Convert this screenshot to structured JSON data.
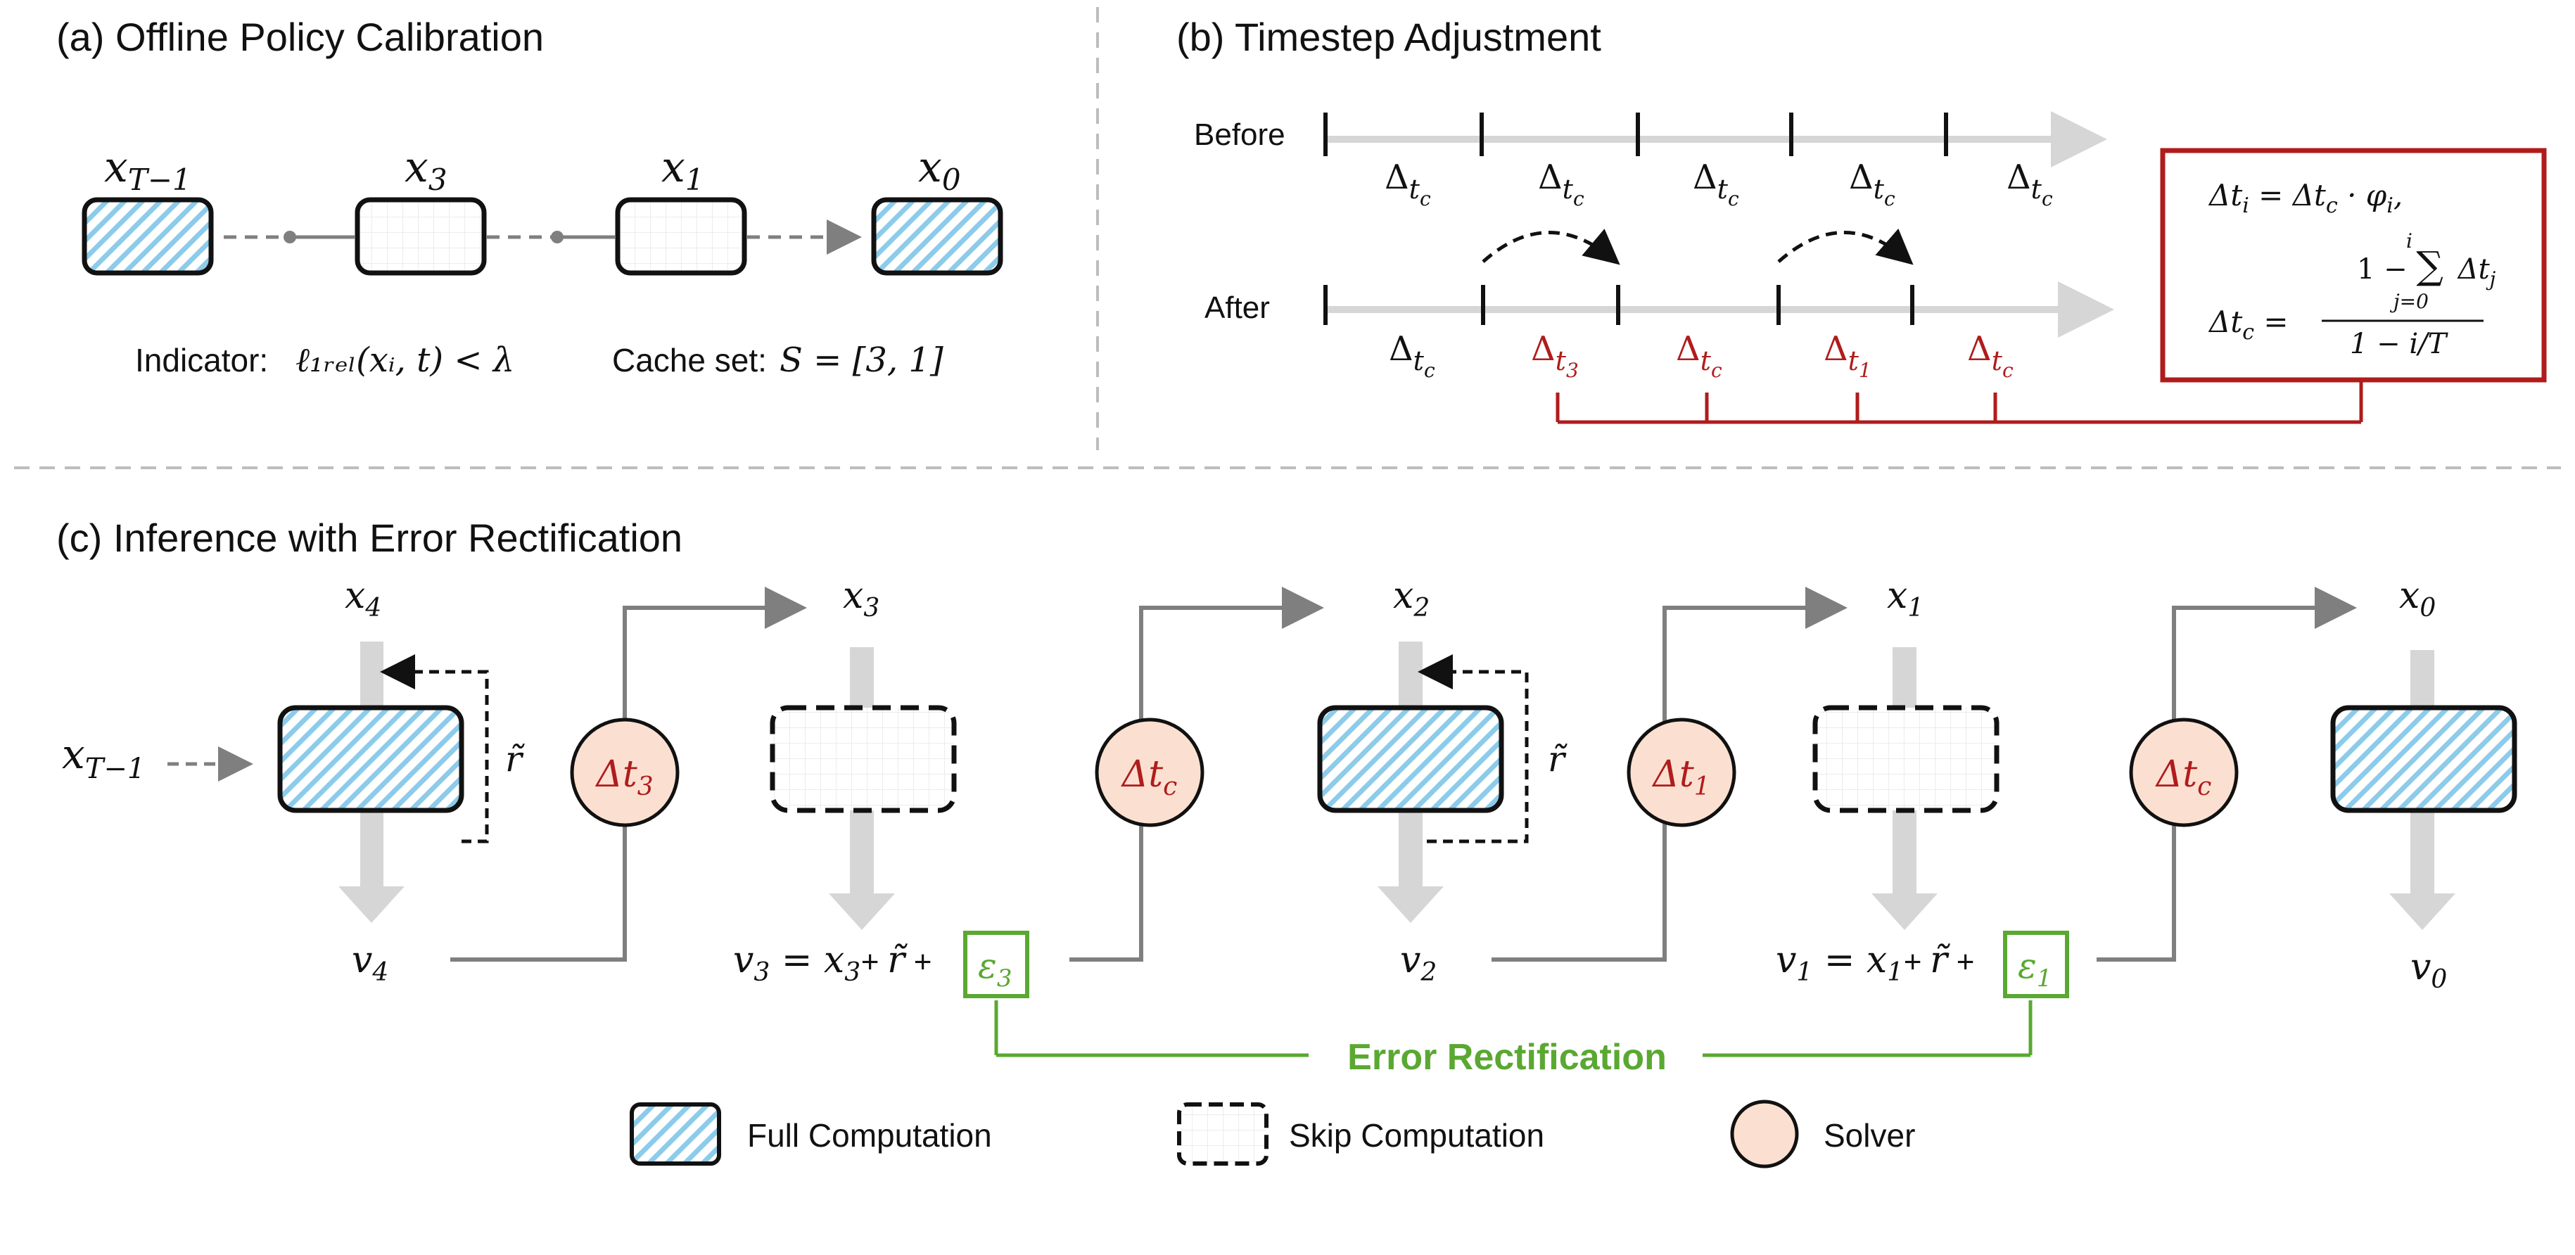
{
  "panel_a": {
    "title": "(a) Offline Policy Calibration",
    "nodes": [
      {
        "label": "x",
        "sub": "T−1",
        "type": "full"
      },
      {
        "label": "x",
        "sub": "3",
        "type": "skip"
      },
      {
        "label": "x",
        "sub": "1",
        "type": "skip"
      },
      {
        "label": "x",
        "sub": "0",
        "type": "full"
      }
    ],
    "indicator_label": "Indicator:",
    "indicator_formula": "ℓ₁ᵣₑₗ(xᵢ, t) < λ",
    "cache_label": "Cache set:",
    "cache_formula": "S = [3, 1]"
  },
  "panel_b": {
    "title": "(b) Timestep Adjustment",
    "before_label": "Before",
    "after_label": "After",
    "before_intervals": [
      "Δt_c",
      "Δt_c",
      "Δt_c",
      "Δt_c",
      "Δt_c"
    ],
    "after_intervals": [
      {
        "text": "Δt_c",
        "color": "#1a1a1a"
      },
      {
        "text": "Δt_3",
        "color": "#b01c1c"
      },
      {
        "text": "Δt_c",
        "color": "#b01c1c"
      },
      {
        "text": "Δt_1",
        "color": "#b01c1c"
      },
      {
        "text": "Δt_c",
        "color": "#b01c1c"
      }
    ],
    "formula_line1": "Δt_i = Δt_c · φ_i,",
    "formula_lhs": "Δt_c =",
    "formula_num": "1 − Σ Δt_j",
    "formula_sum_top": "i",
    "formula_sum_bottom": "j=0",
    "formula_den": "1 − i/T"
  },
  "panel_c": {
    "title": "(c) Inference with Error Rectification",
    "input_label": "x_{T−1}",
    "r_tilde": "r̃",
    "steps": [
      {
        "x": "x_4",
        "v": "v_4",
        "type": "full"
      },
      {
        "x": "x_3",
        "v": "v_3 = x_3+ r̃ + ε_3",
        "type": "skip"
      },
      {
        "x": "x_2",
        "v": "v_2",
        "type": "full"
      },
      {
        "x": "x_1",
        "v": "v_1 = x_1+ r̃ + ε_1",
        "type": "skip"
      },
      {
        "x": "x_0",
        "v": "v_0",
        "type": "full"
      }
    ],
    "solvers": [
      "Δt_3",
      "Δt_c",
      "Δt_1",
      "Δt_c"
    ],
    "error_rectification": "Error Rectification",
    "legend": {
      "full": "Full Computation",
      "skip": "Skip Computation",
      "solver": "Solver"
    }
  },
  "colors": {
    "red": "#b01c1c",
    "green": "#5aa832",
    "hatch": "#7fc4e8",
    "solver_fill": "#fbe0d1",
    "gray": "#7f7f7f",
    "light_gray": "#d6d6d6"
  }
}
